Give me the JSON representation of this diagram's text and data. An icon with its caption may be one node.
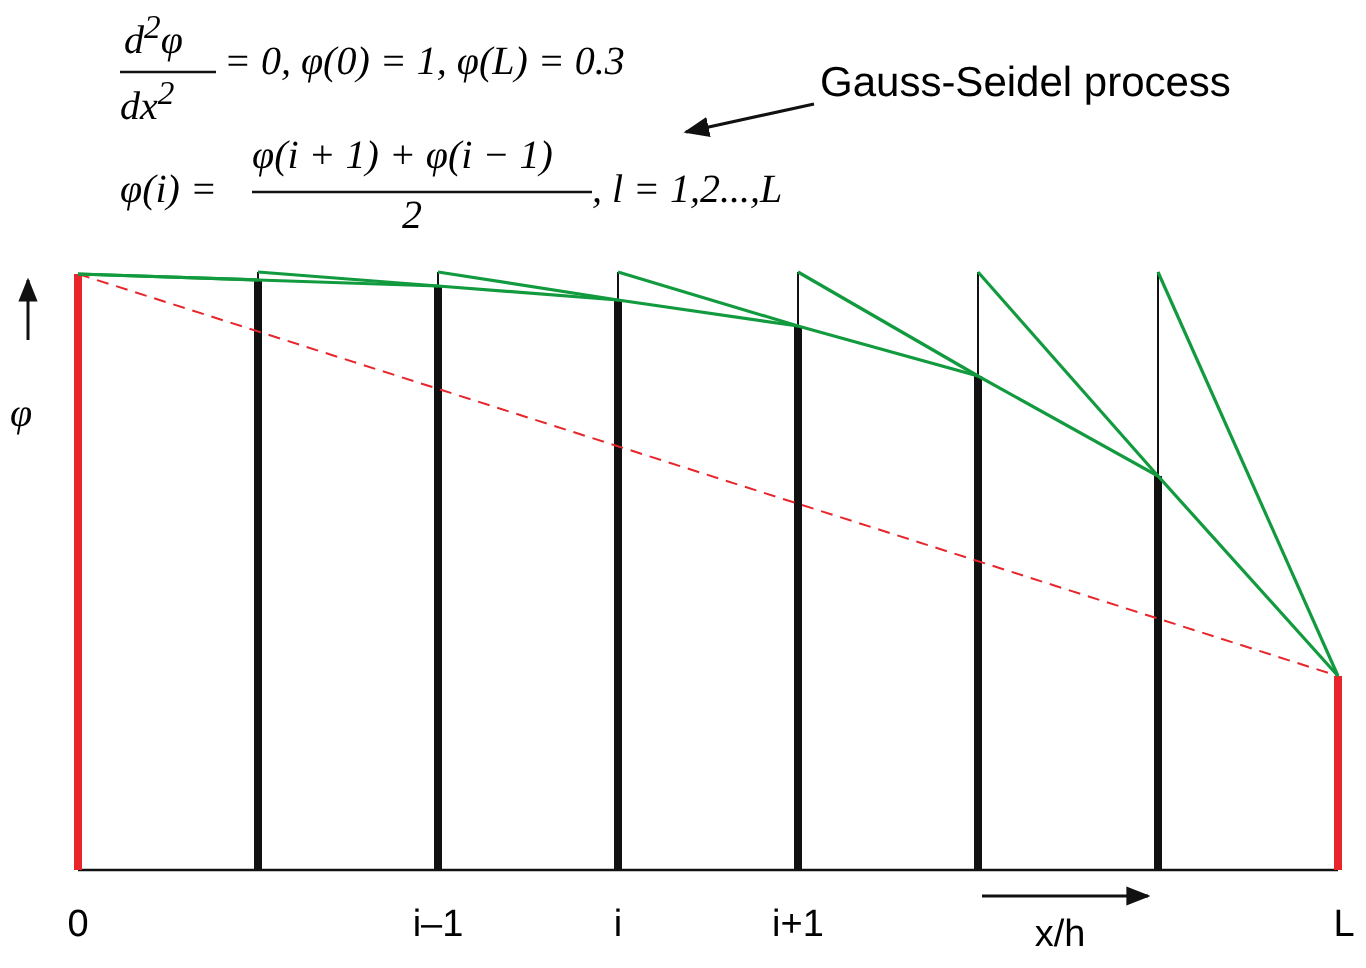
{
  "diagram": {
    "nodes": [
      {
        "text": [
          "φ(i) =",
          "φ(i + 1) + φ(i − 1)",
          "2",
          ",  l = 1,2...,L"
        ]
      },
      {
        "text": [
          "Gauss-Seidel process"
        ]
      }
    ],
    "edges": [
      {
        "from": 1,
        "to": 0,
        "arrow": "to"
      }
    ],
    "labels": [
      "d$^{2}$φ",
      "dx$^{2}$",
      "= 0,  φ(0) = 1,  φ(L) = 0.3",
      "φ",
      "0",
      "i–1",
      "i",
      "i+1",
      "x/h",
      "L"
    ]
  }
}
